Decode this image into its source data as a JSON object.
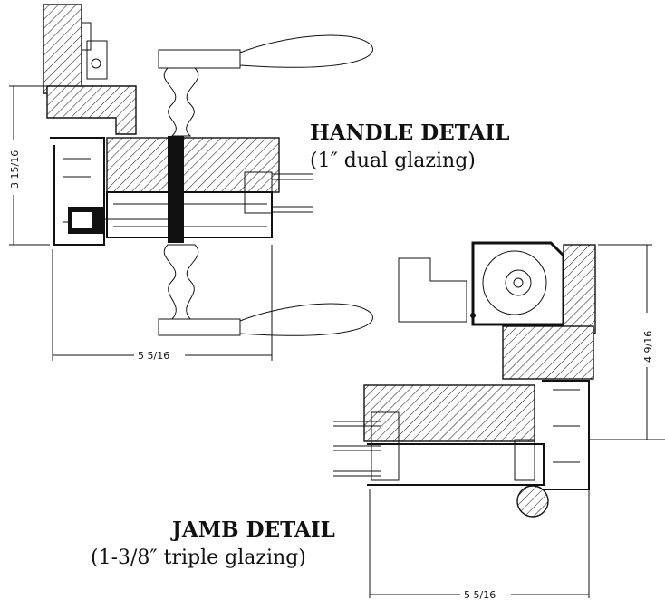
{
  "labels": {
    "handle_title": "HANDLE DETAIL",
    "handle_sub": "(1″ dual glazing)",
    "jamb_title": "JAMB DETAIL",
    "jamb_sub": "(1-3/8″ triple glazing)"
  },
  "dimensions": {
    "handle_height": "3 15/16",
    "handle_width": "5 5/16",
    "jamb_height": "4 9/16",
    "jamb_width": "5 5/16"
  }
}
